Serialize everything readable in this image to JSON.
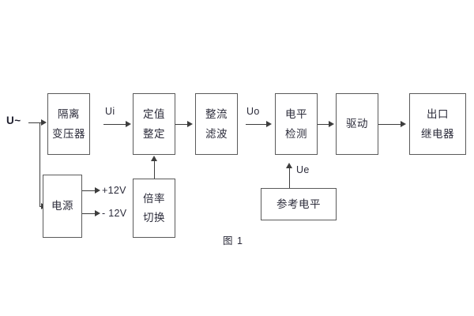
{
  "figure": {
    "caption": "图 1",
    "input_label": "U~",
    "blocks": [
      {
        "id": "isolation-transformer",
        "lines": [
          "隔离",
          "变压器"
        ]
      },
      {
        "id": "setting-adjust",
        "lines": [
          "定值",
          "整定"
        ]
      },
      {
        "id": "rectify-filter",
        "lines": [
          "整流",
          "滤波"
        ]
      },
      {
        "id": "level-detect",
        "lines": [
          "电平",
          "检测"
        ]
      },
      {
        "id": "drive",
        "lines": [
          "驱动"
        ]
      },
      {
        "id": "output-relay",
        "lines": [
          "出口",
          "继电器"
        ]
      },
      {
        "id": "power-supply",
        "lines": [
          "电源"
        ]
      },
      {
        "id": "multiplier-switch",
        "lines": [
          "倍率",
          "切换"
        ]
      },
      {
        "id": "reference-level",
        "lines": [
          "参考电平"
        ]
      }
    ],
    "signal_labels": {
      "ui": "Ui",
      "uo": "Uo",
      "ue": "Ue"
    },
    "power_rails": {
      "positive": "+12V",
      "negative": "- 12V"
    },
    "colors": {
      "box_border": "#5a5a5a",
      "line": "#3d3d3d",
      "text": "#2b2b3a",
      "background": "#ffffff"
    }
  }
}
